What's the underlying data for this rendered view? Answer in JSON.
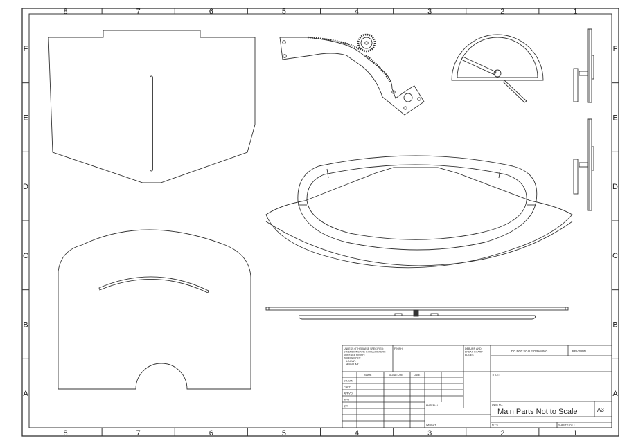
{
  "zones": {
    "columns": [
      "8",
      "7",
      "6",
      "5",
      "4",
      "3",
      "2",
      "1"
    ],
    "rows": [
      "F",
      "E",
      "D",
      "C",
      "B",
      "A"
    ]
  },
  "title_block": {
    "general_notes": [
      "UNLESS OTHERWISE SPECIFIED:",
      "DIMENSIONS ARE IN MILLIMETERS",
      "SURFACE FINISH:",
      "TOLERANCES:",
      "LINEAR:",
      "ANGULAR:"
    ],
    "finish_label": "FINISH:",
    "deburr_note": [
      "DEBURR AND",
      "BREAK SHARP",
      "EDGES"
    ],
    "do_not_scale": "DO NOT SCALE DRAWING",
    "revision_label": "REVISION",
    "column_headers": [
      "NAME",
      "SIGNATURE",
      "DATE"
    ],
    "row_labels": [
      "DRAWN",
      "CHK'D",
      "APPV'D",
      "MFG",
      "Q.A"
    ],
    "title_label": "TITLE:",
    "material_label": "MATERIAL:",
    "dwg_no_label": "DWG NO.",
    "drawing_title": "Main Parts Not to Scale",
    "sheet_size": "A3",
    "weight_label": "WEIGHT:",
    "scale_label": "N.T.S.",
    "sheet_info": "SHEET 1 OF 1"
  }
}
